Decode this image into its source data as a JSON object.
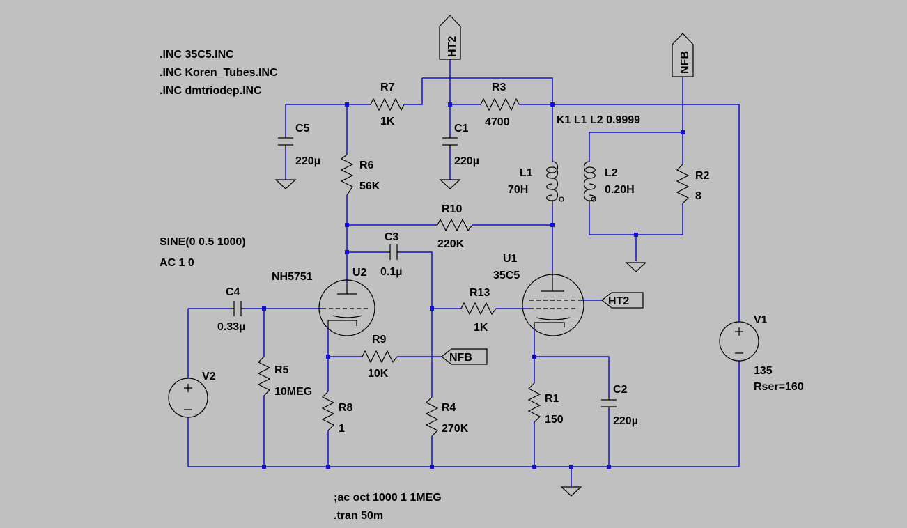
{
  "directives": {
    "inc1": ".INC 35C5.INC",
    "inc2": ".INC Koren_Tubes.INC",
    "inc3": ".INC dmtriodep.INC",
    "coupling": "K1 L1 L2 0.9999",
    "source_sine": "SINE(0 0.5 1000)",
    "source_ac": "AC 1 0",
    "ac_cmd": ";ac oct 1000 1 1MEG",
    "tran_cmd": ".tran 50m"
  },
  "components": {
    "r7": {
      "name": "R7",
      "value": "1K"
    },
    "r3": {
      "name": "R3",
      "value": "4700"
    },
    "r6": {
      "name": "R6",
      "value": "56K"
    },
    "r10": {
      "name": "R10",
      "value": "220K"
    },
    "r13": {
      "name": "R13",
      "value": "1K"
    },
    "r9": {
      "name": "R9",
      "value": "10K"
    },
    "r5": {
      "name": "R5",
      "value": "10MEG"
    },
    "r8": {
      "name": "R8",
      "value": "1"
    },
    "r4": {
      "name": "R4",
      "value": "270K"
    },
    "r1": {
      "name": "R1",
      "value": "150"
    },
    "r2": {
      "name": "R2",
      "value": "8"
    },
    "c5": {
      "name": "C5",
      "value": "220µ"
    },
    "c1": {
      "name": "C1",
      "value": "220µ"
    },
    "c3": {
      "name": "C3",
      "value": "0.1µ"
    },
    "c4": {
      "name": "C4",
      "value": "0.33µ"
    },
    "c2": {
      "name": "C2",
      "value": "220µ"
    },
    "l1": {
      "name": "L1",
      "value": "70H"
    },
    "l2": {
      "name": "L2",
      "value": "0.20H"
    },
    "u1": {
      "name": "U1",
      "value": "35C5"
    },
    "u2": {
      "name": "U2",
      "value": "NH5751"
    },
    "v1": {
      "name": "V1",
      "value": "135",
      "extra": "Rser=160"
    },
    "v2": {
      "name": "V2"
    }
  },
  "net_labels": {
    "ht2_top": "HT2",
    "nfb_top": "NFB",
    "ht2_grid": "HT2",
    "nfb_fb": "NFB"
  },
  "colors": {
    "background": "#c0c0c0",
    "wire": "#1111d6",
    "component": "#000000"
  }
}
